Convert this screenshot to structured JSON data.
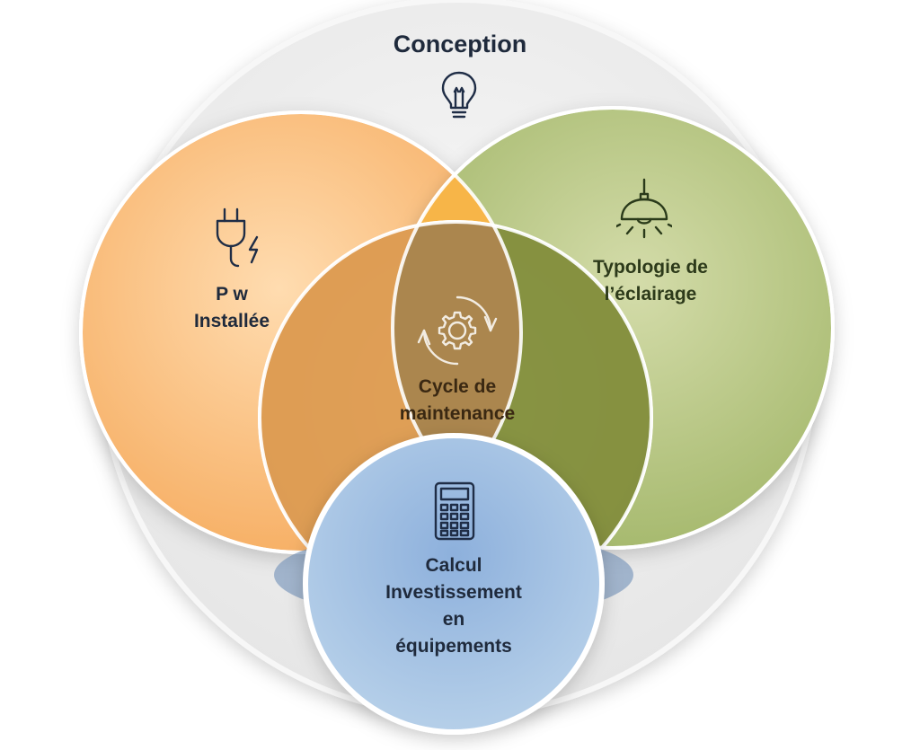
{
  "diagram": {
    "outer": {
      "label": "Conception",
      "icon": "lightbulb-icon"
    },
    "circles": [
      {
        "id": "puissance",
        "lines": [
          "P w",
          "Installée"
        ],
        "icon": "plug-icon",
        "color": "#f8b36b"
      },
      {
        "id": "typologie",
        "lines": [
          "Typologie de",
          "l’éclairage"
        ],
        "icon": "pendant-lamp-icon",
        "color": "#a8bb6c"
      },
      {
        "id": "cycle",
        "lines": [
          "Cycle de",
          "maintenance"
        ],
        "icon": "gear-cycle-icon",
        "color": "#b07d3b"
      },
      {
        "id": "calcul",
        "lines": [
          "Calcul",
          "Investissement",
          "en",
          "équipements"
        ],
        "icon": "calculator-icon",
        "color": "#7ea5d4"
      }
    ],
    "colors": {
      "outer_ring": "#ededed",
      "text_dark": "#1f2a3c",
      "text_green": "#2d3a1a",
      "text_brown": "#3a2812",
      "icon_navy": "#1f2d46"
    }
  }
}
